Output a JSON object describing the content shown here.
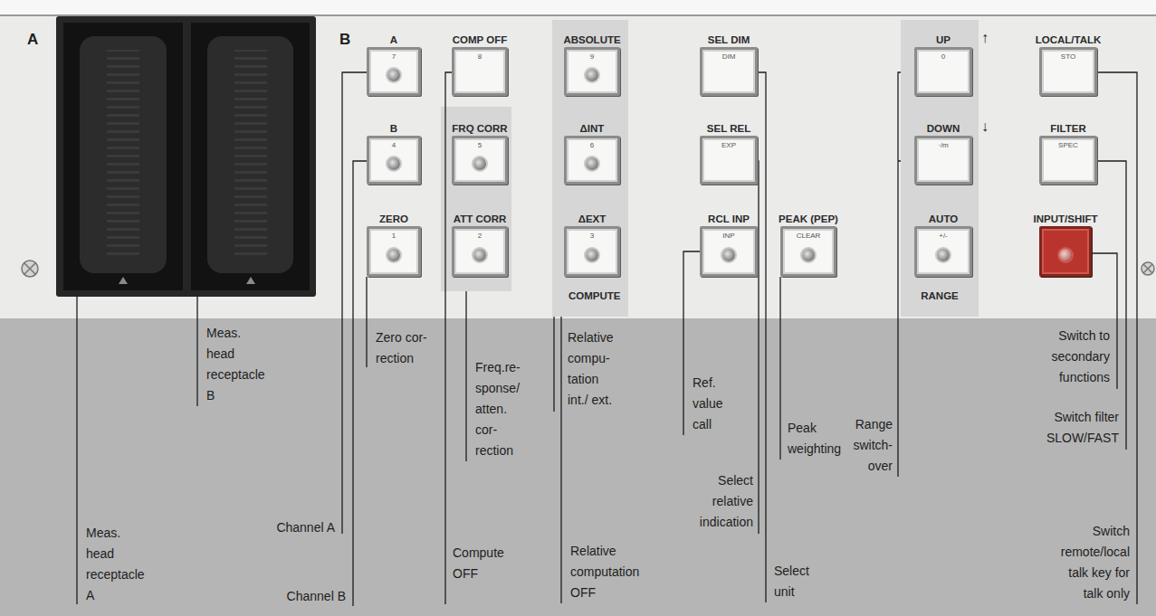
{
  "diagram": {
    "nodes": [
      {
        "text": [
          "A",
          "7"
        ]
      },
      {
        "text": [
          "B",
          "4"
        ]
      },
      {
        "text": [
          "ZERO",
          "1"
        ]
      },
      {
        "text": [
          "COMP OFF",
          "8"
        ]
      },
      {
        "text": [
          "FRQ CORR",
          "5"
        ]
      },
      {
        "text": [
          "ATT CORR",
          "2"
        ]
      },
      {
        "text": [
          "COMPUTE"
        ]
      },
      {
        "text": [
          "ABSOLUTE",
          "9"
        ],
        "in": 6
      },
      {
        "text": [
          "ΔINT",
          "6"
        ],
        "in": 6
      },
      {
        "text": [
          "ΔEXT",
          "3"
        ],
        "in": 6
      },
      {
        "text": [
          "SEL DIM",
          "DIM"
        ]
      },
      {
        "text": [
          "SEL REL",
          "EXP"
        ]
      },
      {
        "text": [
          "RCL INP",
          "INP"
        ]
      },
      {
        "text": [
          "PEAK (PEP)",
          "CLEAR"
        ]
      },
      {
        "text": [
          "RANGE"
        ]
      },
      {
        "text": [
          "UP",
          "0"
        ],
        "in": 14
      },
      {
        "text": [
          "DOWN",
          "·/m"
        ],
        "in": 14
      },
      {
        "text": [
          "AUTO",
          "+/-"
        ],
        "in": 14
      },
      {
        "text": [
          "LOCAL/TALK",
          "STO"
        ]
      },
      {
        "text": [
          "FILTER",
          "SPEC"
        ]
      },
      {
        "text": [
          "INPUT/SHIFT"
        ]
      }
    ],
    "labels": [
      "A",
      "B",
      "↑",
      "↓",
      "Meas. head receptacle B",
      "Zero cor- rection",
      "Freq.re- sponse/ atten. cor- rection",
      "Relative compu- tation int./ ext.",
      "Ref. value call",
      "Range switch- over",
      "Switch to secondary functions",
      "Switch filter SLOW/FAST",
      "Peak weighting",
      "Select relative indication",
      "Channel A",
      "Meas. head receptacle A",
      "Compute OFF",
      "Relative computation OFF",
      "Select unit",
      "Switch remote/local talk key for talk only",
      "Channel B"
    ]
  }
}
